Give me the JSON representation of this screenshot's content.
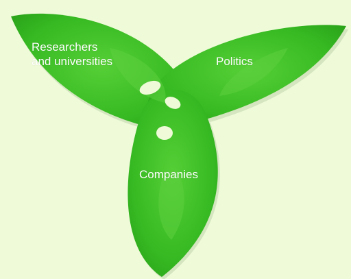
{
  "labels": {
    "researchers": "Researchers\nand universities",
    "politics": "Politics",
    "companies": "Companies"
  },
  "colors": {
    "background": "#eefad8",
    "leaf": "#3cc22a",
    "leaf_dark": "#2aa51c",
    "leaf_light": "#5ad03c",
    "shadow": "#c4d8b0",
    "text": "#ffffff"
  }
}
